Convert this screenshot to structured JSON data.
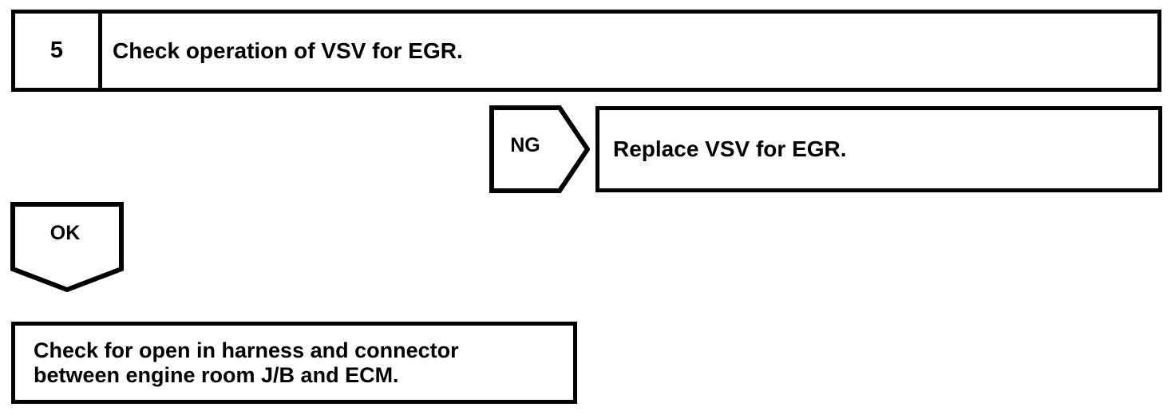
{
  "diagram": {
    "type": "troubleshooting-flowchart",
    "line_color": "#000000",
    "background_color": "#ffffff",
    "step": {
      "number": "5",
      "instruction": "Check operation of VSV for EGR."
    },
    "branches": {
      "ng": {
        "label": "NG",
        "direction": "right",
        "result_box": "Replace VSV for EGR."
      },
      "ok": {
        "label": "OK",
        "direction": "down",
        "result_box_line1": "Check for open in harness and connector",
        "result_box_line2": "between engine room J/B and ECM."
      }
    }
  }
}
